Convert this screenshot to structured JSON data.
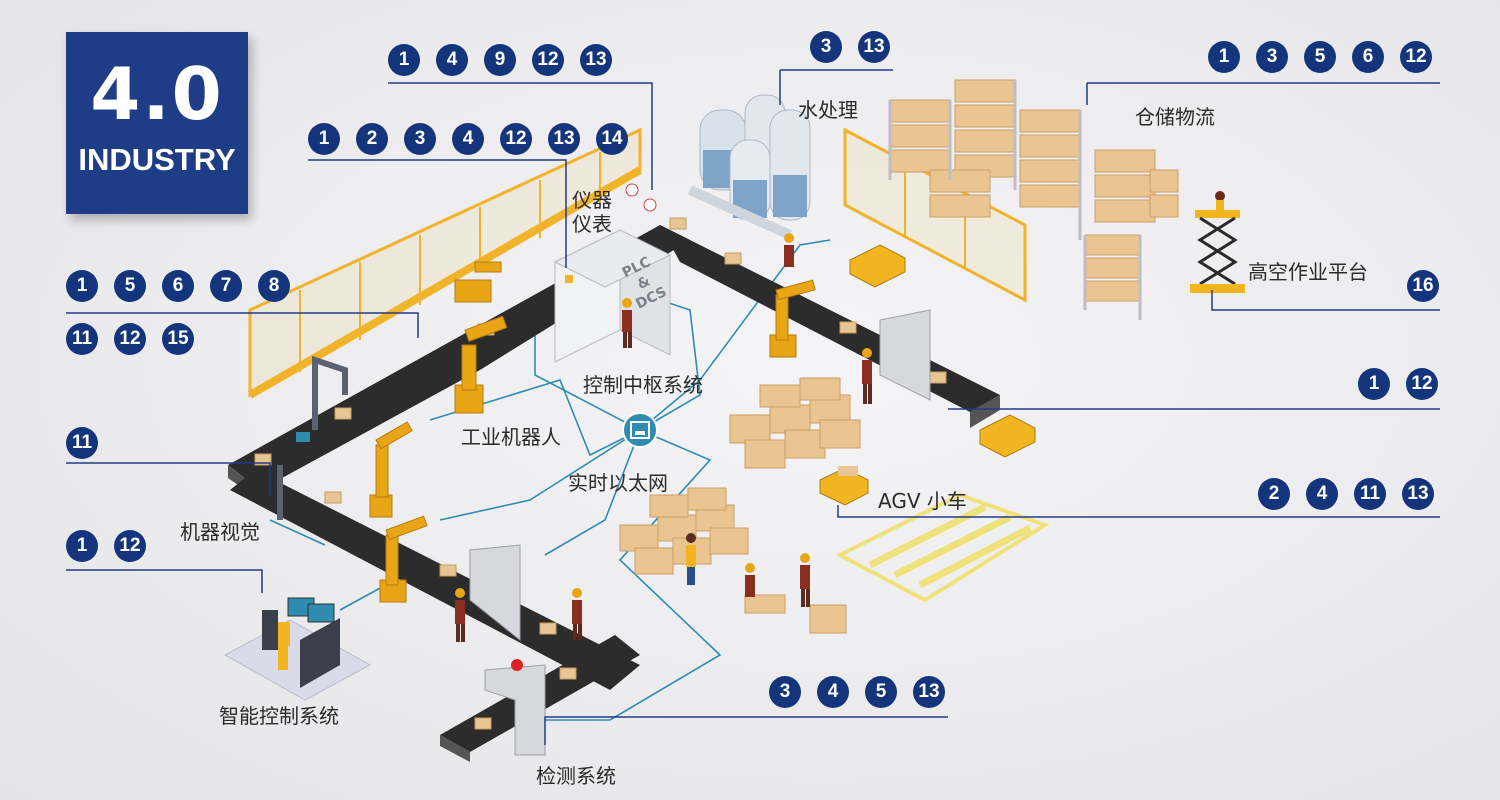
{
  "logo": {
    "version": "4.0",
    "word": "INDUSTRY"
  },
  "labels": {
    "water": "水处理",
    "warehouse": "仓储物流",
    "instrument_1": "仪器",
    "instrument_2": "仪表",
    "lift": "高空作业平台",
    "plc_line1": "PLC",
    "plc_line2": "&",
    "plc_line3": "DCS",
    "control_hub": "控制中枢系统",
    "robot": "工业机器人",
    "ethernet": "实时以太网",
    "agv": "AGV 小车",
    "vision": "机器视觉",
    "smart_control": "智能控制系统",
    "inspection": "检测系统"
  },
  "callouts": {
    "water": [
      "3",
      "13"
    ],
    "instrument": [
      "1",
      "4",
      "9",
      "12",
      "13"
    ],
    "warehouse": [
      "1",
      "3",
      "5",
      "6",
      "12"
    ],
    "control": [
      "1",
      "2",
      "3",
      "4",
      "12",
      "13",
      "14"
    ],
    "robot_a": [
      "1",
      "5",
      "6",
      "7",
      "8"
    ],
    "robot_b": [
      "11",
      "12",
      "15"
    ],
    "lift": [
      "16"
    ],
    "conveyor": [
      "1",
      "12"
    ],
    "vision": [
      "11"
    ],
    "agv": [
      "2",
      "4",
      "11",
      "13"
    ],
    "smart": [
      "1",
      "12"
    ],
    "inspection": [
      "3",
      "4",
      "5",
      "13"
    ]
  },
  "colors": {
    "badge": "#1f3d86",
    "bubble": "#14357c",
    "leader": "#1f3d86",
    "network": "#2f8bb0",
    "robot": "#e8a516",
    "belt": "#2c2c2c",
    "box": "#e8c594"
  }
}
